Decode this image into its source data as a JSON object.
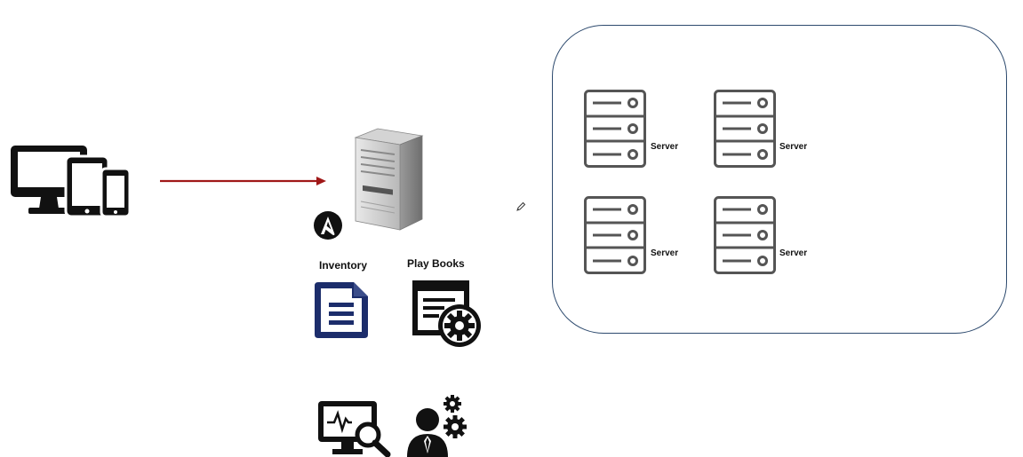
{
  "labels": {
    "inventory": "Inventory",
    "playbooks": "Play Books"
  },
  "servers": [
    {
      "label": "Server"
    },
    {
      "label": "Server"
    },
    {
      "label": "Server"
    },
    {
      "label": "Server"
    }
  ],
  "colors": {
    "arrow": "#a01818",
    "cluster_border": "#2d4a6e",
    "inventory_icon": "#1c2d6b",
    "icon_dark": "#1a1a1a"
  },
  "icons": {
    "devices": "devices-icon",
    "control_server": "tower-server-icon",
    "ansible": "ansible-logo-icon",
    "inventory": "inventory-document-icon",
    "playbooks": "playbook-gear-icon",
    "monitoring": "monitor-search-icon",
    "admin": "admin-user-gear-icon",
    "server": "rack-server-icon",
    "cursor": "pencil-cursor-icon"
  }
}
